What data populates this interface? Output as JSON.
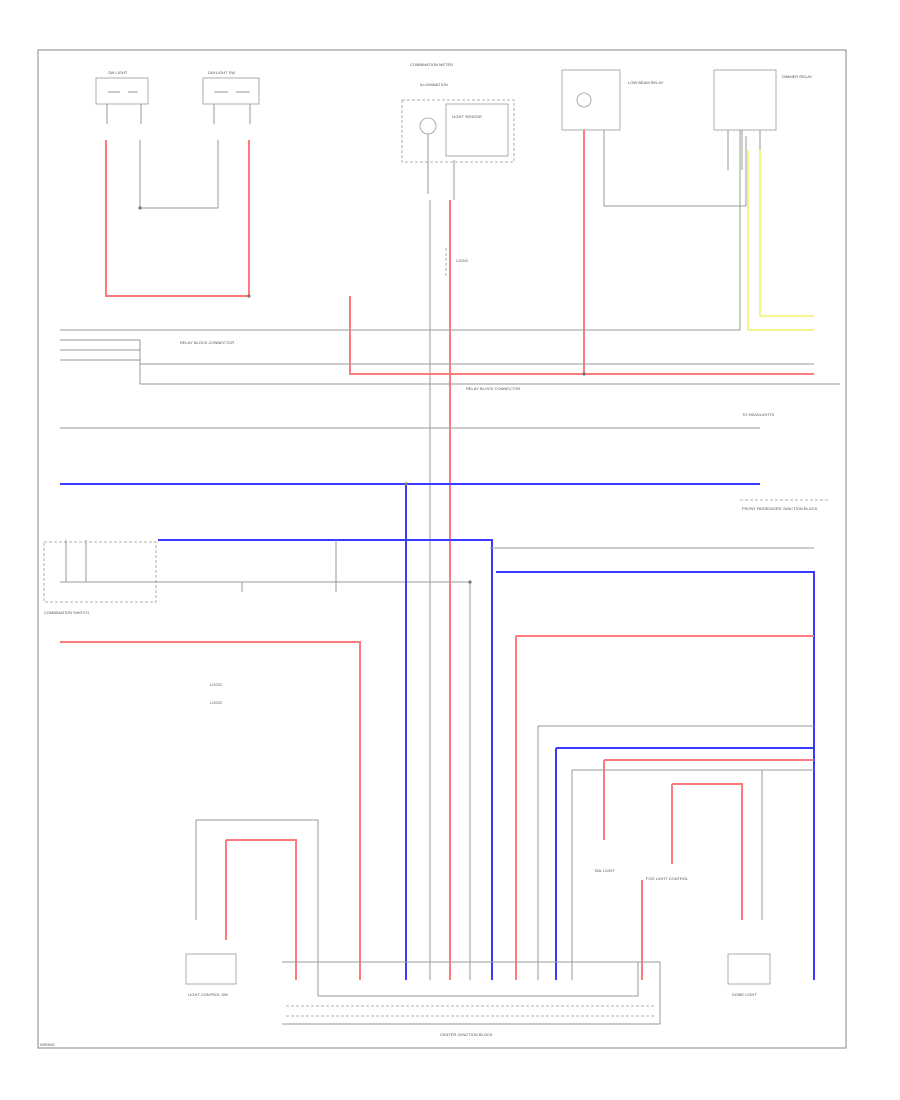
{
  "diagram": {
    "labels": {
      "top_left_a": "SW LIGHT",
      "top_left_b": "DAYLIGHT SW",
      "top_center": "COMBINATION METER",
      "top_center_sub": "ILLUMINATION",
      "top_center_box": "LIGHT SENSOR",
      "top_right_a": "LOW BEAM RELAY",
      "top_right_b": "DIMMER RELAY",
      "row_connector_a": "RELAY BLOCK CONNECTOR",
      "row_connector_b": "RELAY BLOCK CONNECTOR",
      "mid_right_a": "TO HEADLIGHTS",
      "mid_right_b": "FRONT PASSENGER JUNCTION BLOCK",
      "left_switch": "COMBINATION SWITCH",
      "legend_1": "LOGIC",
      "legend_2": "LOGIC",
      "bottom_left_comp": "LIGHT CONTROL SW",
      "bottom_mid_a": "TAIL LIGHT",
      "bottom_mid_b": "FOG LIGHT CONTROL",
      "bottom_right_comp": "DOME LIGHT",
      "bottom_block": "CENTER JUNCTION BLOCK",
      "footer": "WIRING"
    }
  }
}
